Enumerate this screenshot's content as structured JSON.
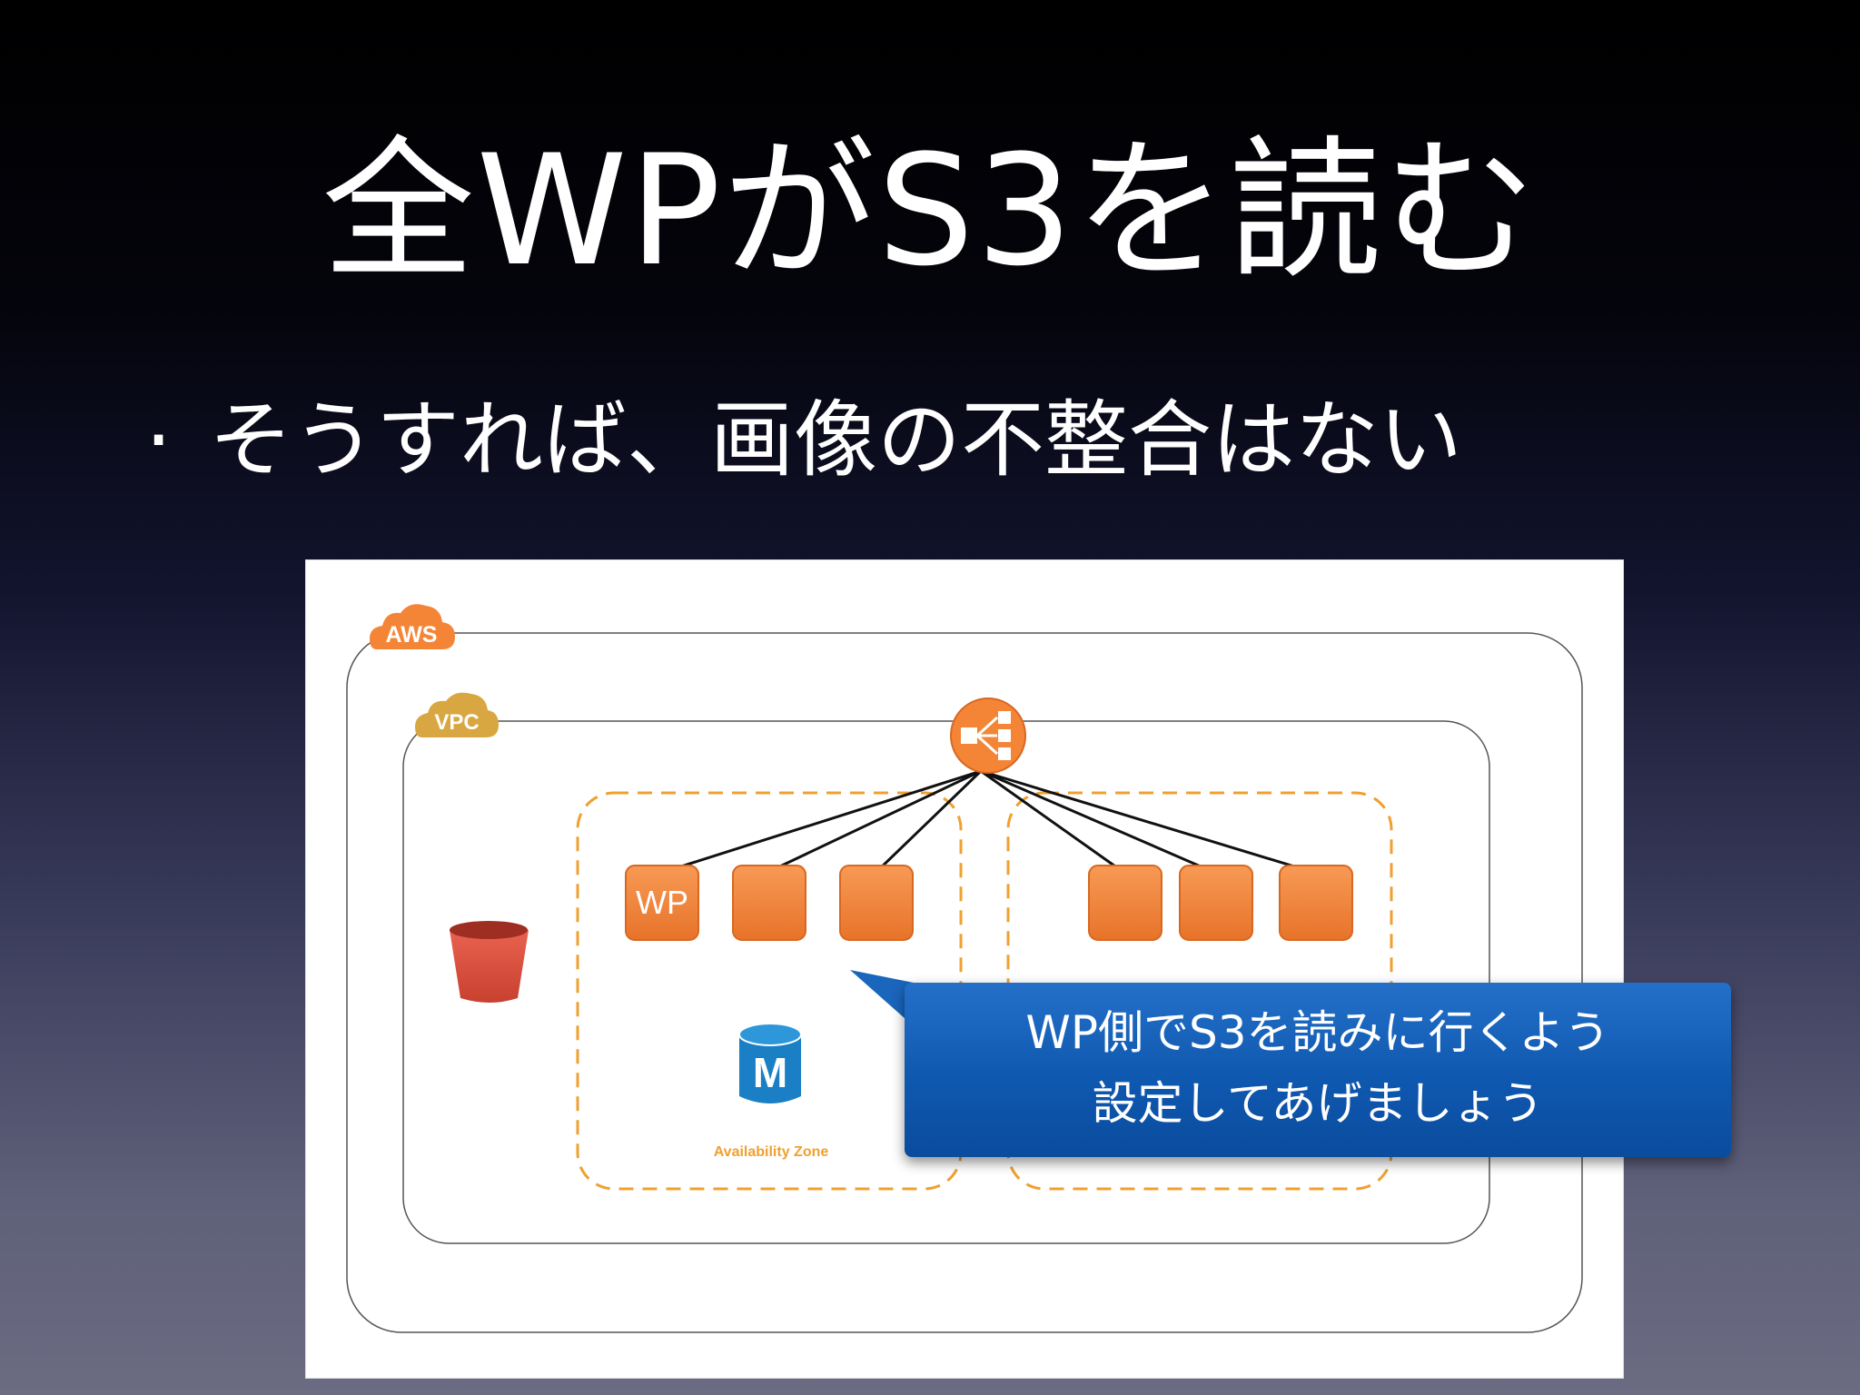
{
  "slide": {
    "title": "全WPがS3を読む",
    "bullet_marker": "·",
    "bullet": "そうすれば、画像の不整合はない"
  },
  "diagram": {
    "aws_badge": "AWS",
    "vpc_badge": "VPC",
    "instance_label": "WP",
    "rds_badge": "M",
    "az_label": "Availability Zone",
    "icons": [
      "aws-cloud-icon",
      "vpc-cloud-icon",
      "load-balancer-icon",
      "s3-bucket-icon",
      "ec2-instance-icon",
      "rds-database-icon"
    ],
    "colors": {
      "orange": "#F58536",
      "bucket_red": "#E05243",
      "rds_blue": "#1A7FC4",
      "vpc_gold": "#D9A741",
      "az_dash": "#F0A030",
      "callout_blue": "#1460B8"
    }
  },
  "callout": {
    "line1": "WP側でS3を読みに行くよう",
    "line2": "設定してあげましょう"
  }
}
